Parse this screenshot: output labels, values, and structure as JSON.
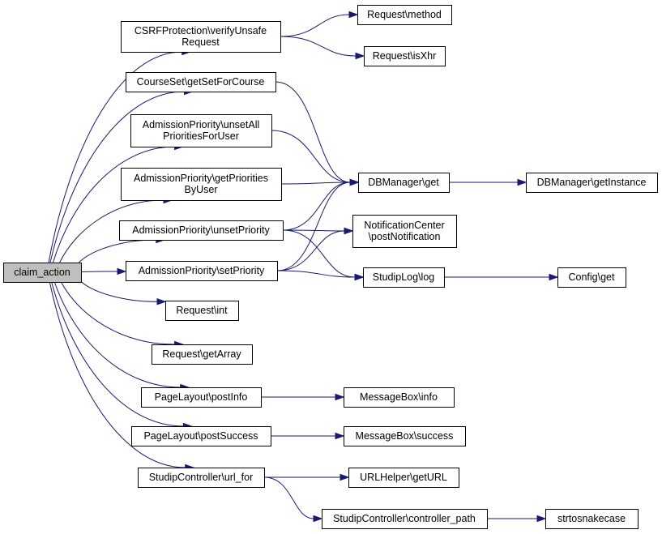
{
  "graph": {
    "root": "claim_action",
    "nodes": [
      {
        "id": "claim",
        "lines": [
          "claim_action"
        ],
        "root": true
      },
      {
        "id": "csrf",
        "lines": [
          "CSRFProtection\\verifyUnsafe",
          "Request"
        ]
      },
      {
        "id": "reqmethod",
        "lines": [
          "Request\\method"
        ]
      },
      {
        "id": "reqxhr",
        "lines": [
          "Request\\isXhr"
        ]
      },
      {
        "id": "courseset",
        "lines": [
          "CourseSet\\getSetForCourse"
        ]
      },
      {
        "id": "unsetall",
        "lines": [
          "AdmissionPriority\\unsetAll",
          "PrioritiesForUser"
        ]
      },
      {
        "id": "getprio",
        "lines": [
          "AdmissionPriority\\getPriorities",
          "ByUser"
        ]
      },
      {
        "id": "dbget",
        "lines": [
          "DBManager\\get"
        ]
      },
      {
        "id": "dbinst",
        "lines": [
          "DBManager\\getInstance"
        ]
      },
      {
        "id": "unsetprio",
        "lines": [
          "AdmissionPriority\\unsetPriority"
        ]
      },
      {
        "id": "notif",
        "lines": [
          "NotificationCenter",
          "\\postNotification"
        ]
      },
      {
        "id": "setprio",
        "lines": [
          "AdmissionPriority\\setPriority"
        ]
      },
      {
        "id": "studiplog",
        "lines": [
          "StudipLog\\log"
        ]
      },
      {
        "id": "configget",
        "lines": [
          "Config\\get"
        ]
      },
      {
        "id": "reqint",
        "lines": [
          "Request\\int"
        ]
      },
      {
        "id": "reqarray",
        "lines": [
          "Request\\getArray"
        ]
      },
      {
        "id": "postinfo",
        "lines": [
          "PageLayout\\postInfo"
        ]
      },
      {
        "id": "msginfo",
        "lines": [
          "MessageBox\\info"
        ]
      },
      {
        "id": "postsuccess",
        "lines": [
          "PageLayout\\postSuccess"
        ]
      },
      {
        "id": "msgsuccess",
        "lines": [
          "MessageBox\\success"
        ]
      },
      {
        "id": "urlfor",
        "lines": [
          "StudipController\\url_for"
        ]
      },
      {
        "id": "geturl",
        "lines": [
          "URLHelper\\getURL"
        ]
      },
      {
        "id": "ctrlpath",
        "lines": [
          "StudipController\\controller_path"
        ]
      },
      {
        "id": "snake",
        "lines": [
          "strtosnakecase"
        ]
      }
    ],
    "edges": [
      {
        "from": "claim",
        "to": "csrf"
      },
      {
        "from": "claim",
        "to": "courseset"
      },
      {
        "from": "claim",
        "to": "unsetall"
      },
      {
        "from": "claim",
        "to": "getprio"
      },
      {
        "from": "claim",
        "to": "unsetprio"
      },
      {
        "from": "claim",
        "to": "setprio"
      },
      {
        "from": "claim",
        "to": "reqint"
      },
      {
        "from": "claim",
        "to": "reqarray"
      },
      {
        "from": "claim",
        "to": "postinfo"
      },
      {
        "from": "claim",
        "to": "postsuccess"
      },
      {
        "from": "claim",
        "to": "urlfor"
      },
      {
        "from": "csrf",
        "to": "reqmethod"
      },
      {
        "from": "csrf",
        "to": "reqxhr"
      },
      {
        "from": "courseset",
        "to": "dbget"
      },
      {
        "from": "unsetall",
        "to": "dbget"
      },
      {
        "from": "getprio",
        "to": "dbget"
      },
      {
        "from": "unsetprio",
        "to": "dbget"
      },
      {
        "from": "unsetprio",
        "to": "notif"
      },
      {
        "from": "unsetprio",
        "to": "studiplog"
      },
      {
        "from": "setprio",
        "to": "dbget"
      },
      {
        "from": "setprio",
        "to": "notif"
      },
      {
        "from": "setprio",
        "to": "studiplog"
      },
      {
        "from": "dbget",
        "to": "dbinst"
      },
      {
        "from": "studiplog",
        "to": "configget"
      },
      {
        "from": "postinfo",
        "to": "msginfo"
      },
      {
        "from": "postsuccess",
        "to": "msgsuccess"
      },
      {
        "from": "urlfor",
        "to": "geturl"
      },
      {
        "from": "urlfor",
        "to": "ctrlpath"
      },
      {
        "from": "ctrlpath",
        "to": "snake"
      }
    ]
  }
}
